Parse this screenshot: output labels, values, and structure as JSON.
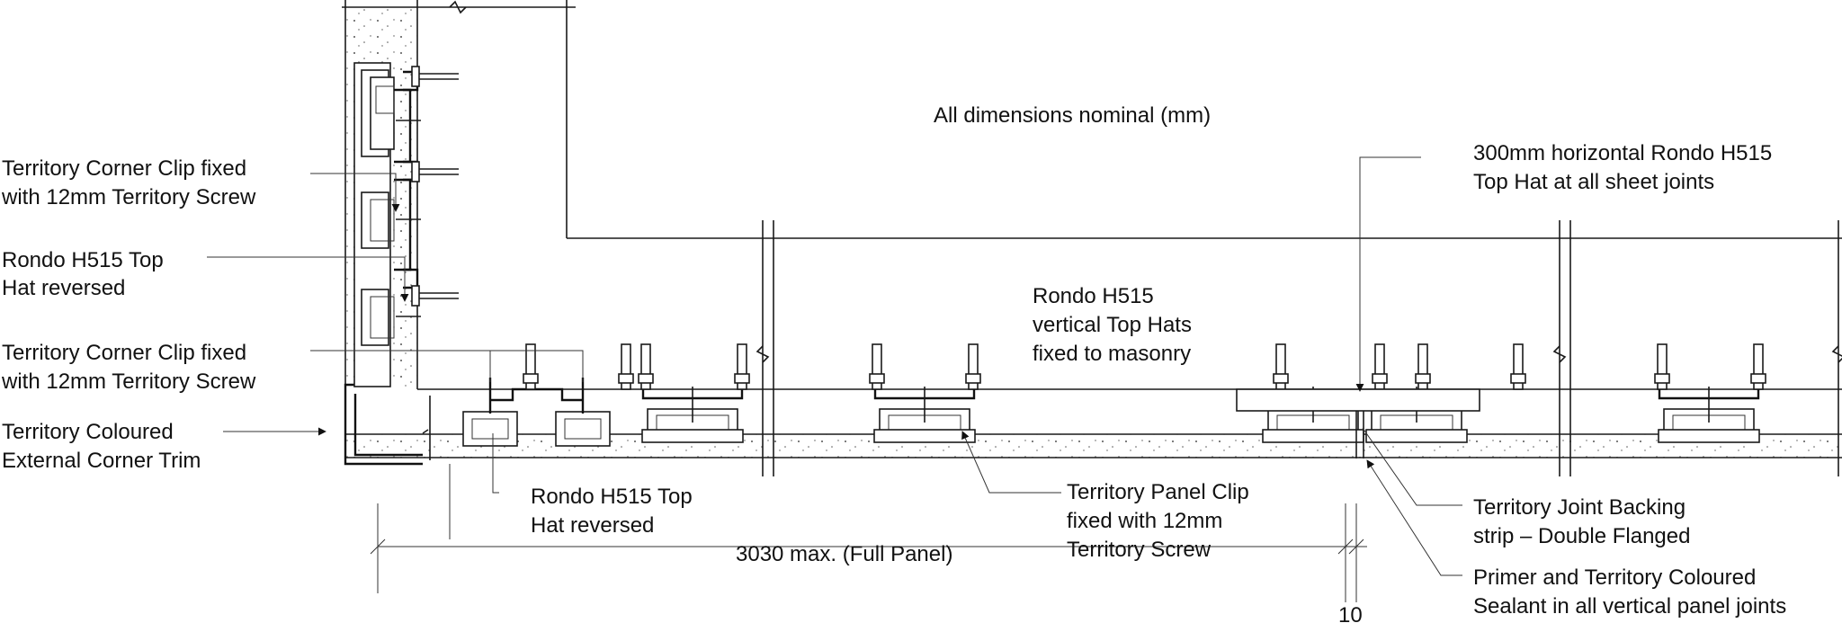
{
  "notes": {
    "dimensions_note": "All dimensions nominal (mm)",
    "top_hat_label": [
      "300mm horizontal Rondo H515",
      "Top Hat at all sheet joints"
    ],
    "vertical_top_hats": [
      "Rondo H515",
      "vertical Top Hats",
      "fixed to masonry"
    ],
    "corner_clip_upper": [
      "Territory Corner Clip fixed",
      "with 12mm Territory Screw"
    ],
    "top_hat_reversed_left": [
      "Rondo H515 Top",
      "Hat reversed"
    ],
    "corner_clip_lower": [
      "Territory Corner Clip fixed",
      "with 12mm Territory Screw"
    ],
    "corner_trim": [
      "Territory Coloured",
      "External Corner Trim"
    ],
    "top_hat_reversed_bottom": [
      "Rondo H515 Top",
      "Hat reversed"
    ],
    "panel_clip": [
      "Territory Panel Clip",
      "fixed with 12mm",
      "Territory Screw"
    ],
    "joint_backing": [
      "Territory Joint Backing",
      "strip – Double Flanged"
    ],
    "sealant": [
      "Primer and Territory Coloured",
      "Sealant in all vertical panel joints"
    ]
  },
  "dimensions": {
    "full_panel": "3030 max. (Full Panel)",
    "joint_gap": "10"
  }
}
